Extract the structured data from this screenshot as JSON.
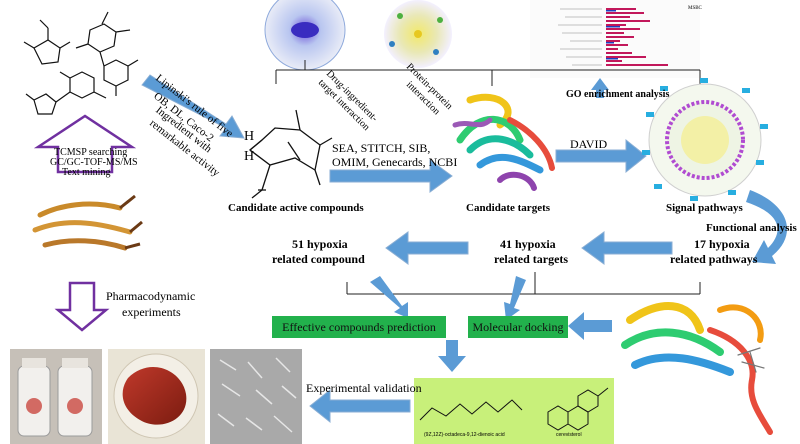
{
  "labels": {
    "lipinski": "Lipinski's rule of five",
    "ob_dl": "OB, DL, Caco-2",
    "ingredient": "Ingredient with",
    "remarkable": "remarkable activity",
    "tcmsp": "TCMSP searching",
    "gcms": "GC/GC-TOF-MS/MS",
    "text_mining": "Text mining",
    "drug_ingredient": "Drug-ingredient-",
    "target_interaction": "target interaction",
    "protein_protein": "Protein-protein",
    "interaction": "interaction",
    "go_enrichment": "GO enrichment analysis",
    "databases_1": "SEA, STITCH, SIB,",
    "databases_2": "OMIM, Genecards, NCBI",
    "david": "DAVID",
    "candidate_compounds": "Candidate active compounds",
    "candidate_targets": "Candidate targets",
    "signal_pathways": "Signal pathways",
    "functional_analysis": "Functional analysis",
    "compounds_1": "51 hypoxia",
    "compounds_2": "related compound",
    "targets_1": "41 hypoxia",
    "targets_2": "related targets",
    "pathways_1": "17 hypoxia",
    "pathways_2": "related pathways",
    "pharmaco_1": "Pharmacodynamic",
    "pharmaco_2": "experiments",
    "effective_prediction": "Effective compounds prediction",
    "molecular_docking": "Molecular docking",
    "experimental_validation": "Experimental validation",
    "compound_a": "(9Z,12Z)-octadeca-9,12-dienoic acid",
    "compound_b": "cerevisterol",
    "h_label": "H",
    "go_chart_title": "MSBC"
  },
  "colors": {
    "arrow_blue": "#5b9bd5",
    "arrow_outline": "#8aaed4",
    "green_box": "#22b14c",
    "lime_panel": "#c8f07a",
    "purple_arrow": "#7030a0"
  }
}
